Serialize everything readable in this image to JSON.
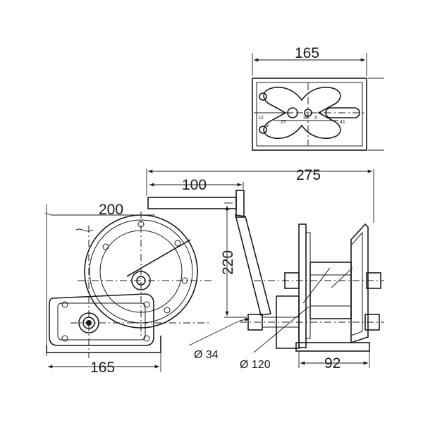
{
  "dimensions": {
    "top_width": "165",
    "overall_length": "275",
    "handle_length": "100",
    "drum_diameter": "200",
    "handle_radius": "220",
    "base_width": "165",
    "side_width": "92",
    "hub_diameter": "Ø 34",
    "drum_inner_diameter": "Ø 120"
  },
  "base_plate_marks": {
    "m12": "12",
    "m9": "9",
    "m27": "27",
    "m38": "38",
    "m5": "5",
    "m41": "41"
  }
}
